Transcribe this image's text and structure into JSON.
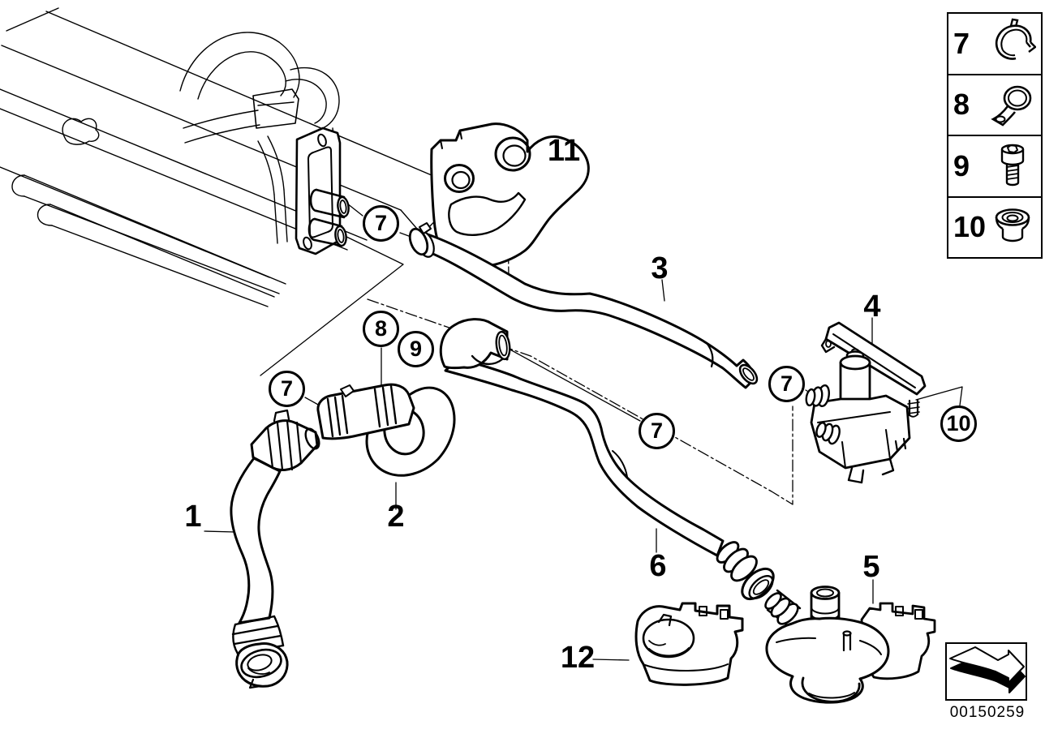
{
  "meta": {
    "background": "#ffffff",
    "line_color": "#000000"
  },
  "doc_number": "00150259",
  "legend": {
    "items": [
      {
        "number": "7",
        "icon": "hose-clamp-icon"
      },
      {
        "number": "8",
        "icon": "pipe-clip-icon"
      },
      {
        "number": "9",
        "icon": "socket-screw-icon"
      },
      {
        "number": "10",
        "icon": "grommet-icon"
      }
    ]
  },
  "callouts": [
    {
      "number": "7"
    },
    {
      "number": "8"
    },
    {
      "number": "9"
    },
    {
      "number": "7"
    },
    {
      "number": "7"
    },
    {
      "number": "7"
    },
    {
      "number": "10"
    }
  ],
  "part_labels": [
    {
      "number": "1"
    },
    {
      "number": "2"
    },
    {
      "number": "3"
    },
    {
      "number": "4"
    },
    {
      "number": "5"
    },
    {
      "number": "6"
    },
    {
      "number": "11"
    },
    {
      "number": "12"
    }
  ]
}
